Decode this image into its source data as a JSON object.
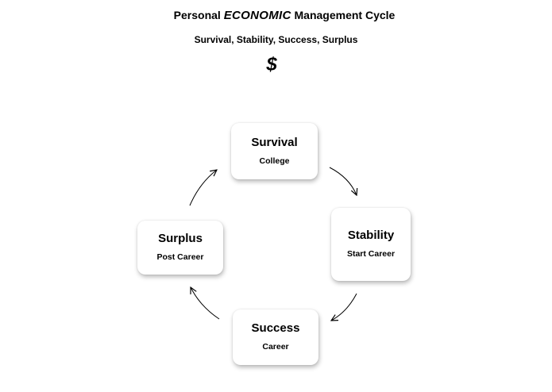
{
  "title": {
    "prefix": "Personal",
    "emphasis": "ECONOMIC",
    "suffix": "Management Cycle"
  },
  "subtitle": "Survival, Stability, Success, Surplus",
  "symbol": "$",
  "nodes": {
    "survival": {
      "name": "Survival",
      "sub": "College"
    },
    "stability": {
      "name": "Stability",
      "sub": "Start Career"
    },
    "success": {
      "name": "Success",
      "sub": "Career"
    },
    "surplus": {
      "name": "Surplus",
      "sub": "Post Career"
    }
  },
  "colors": {
    "background": "#ffffff",
    "text": "#000000",
    "arrow": "#000000"
  },
  "edges": [
    {
      "from": "Survival",
      "to": "Stability"
    },
    {
      "from": "Stability",
      "to": "Success"
    },
    {
      "from": "Success",
      "to": "Surplus"
    },
    {
      "from": "Surplus",
      "to": "Survival"
    }
  ]
}
